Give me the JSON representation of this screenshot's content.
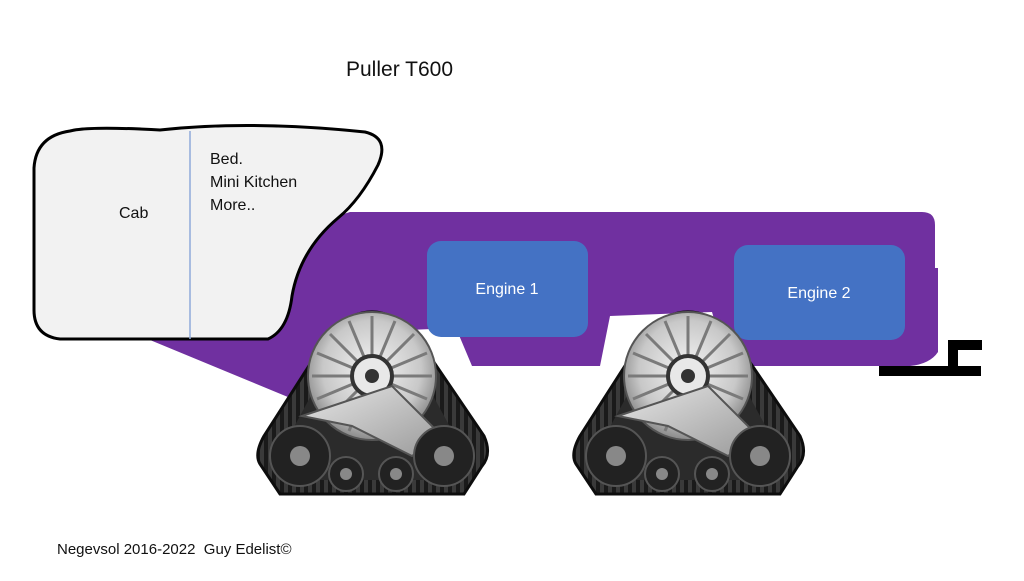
{
  "title": "Puller T600",
  "cab": {
    "label": "Cab",
    "items": [
      "Bed.",
      "Mini Kitchen",
      "More.."
    ]
  },
  "engines": [
    {
      "label": "Engine 1"
    },
    {
      "label": "Engine 2"
    }
  ],
  "footer": "Negevsol 2016-2022  Guy Edelist©",
  "colors": {
    "frame": "#7030a0",
    "engine": "#4472c4",
    "cab_fill": "#f2f2f2",
    "cab_divider": "#8fa9d9",
    "track": "#1a1a1a",
    "hub_metal": "#b8b8b8"
  },
  "icons": [
    "rubber-track-unit",
    "tow-hitch"
  ]
}
